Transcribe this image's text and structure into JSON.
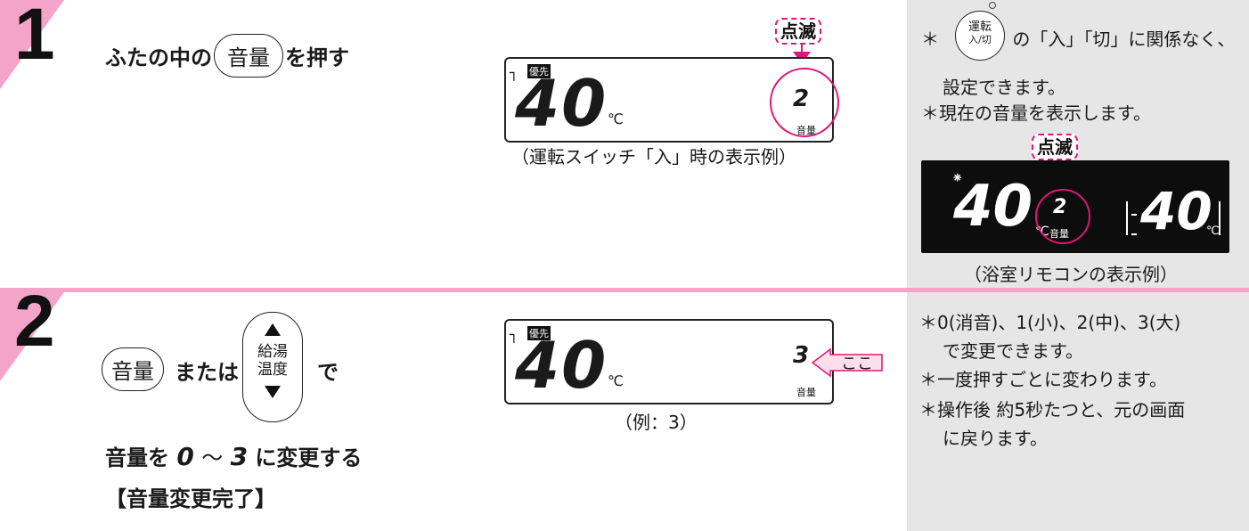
{
  "step1": {
    "number": "1",
    "btn": "音量",
    "prefix": "ふたの中の",
    "suffix": "を押す",
    "blink": "点滅",
    "lcd": {
      "priority": "優先",
      "temp": "40",
      "unit": "℃",
      "vol_digit": "2",
      "vol_label": "音量"
    },
    "caption": "（運転スイッチ「入」時の表示例）"
  },
  "step2": {
    "number": "2",
    "btn": "音量",
    "or": "または",
    "updown_label_1": "給湯",
    "updown_label_2": "温度",
    "de": "で",
    "line2_a": "音量を",
    "digit_from": "0",
    "tilde": "〜",
    "digit_to": "3",
    "line2_b": "に変更する",
    "line3": "【音量変更完了】",
    "lcd": {
      "priority": "優先",
      "temp": "40",
      "unit": "℃",
      "vol_digit": "3",
      "vol_label": "音量"
    },
    "here": "ここ",
    "caption": "（例：3）"
  },
  "side1": {
    "star": "＊",
    "btn_top": "運転",
    "btn_bottom": "入/切",
    "line1_rest": "の「入」「切」に関係なく、",
    "line2": "設定できます。",
    "line3": "＊現在の音量を表示します。",
    "blink": "点滅",
    "bath_temp": "40",
    "bath_unit": "℃",
    "bath_vol_digit": "2",
    "bath_vol_label": "音量",
    "bath_temp_right": "40",
    "bath_unit_right": "℃",
    "caption": "（浴室リモコンの表示例）"
  },
  "side2": {
    "line1": "＊0(消音)、1(小)、2(中)、3(大)",
    "line2": "で変更できます。",
    "line3": "＊一度押すごとに変わります。",
    "line4": "＊操作後 約5秒たつと、元の画面",
    "line5": "に戻ります。"
  },
  "colors": {
    "pink": "#f4a4c8",
    "magenta": "#e0157a",
    "panel": "#e6e6e6"
  }
}
